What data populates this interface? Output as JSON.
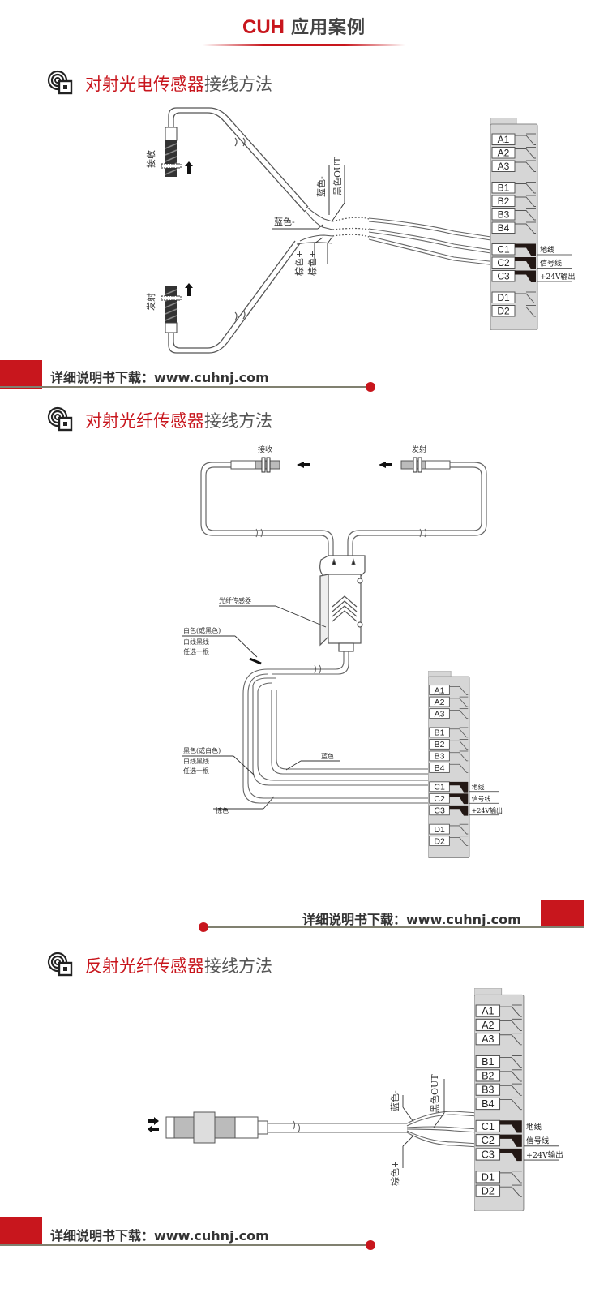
{
  "header": {
    "brand": "CUH",
    "title": "应用案例"
  },
  "sections": [
    {
      "title_red": "对射光电传感器",
      "title_gray": "接线方法",
      "labels": {
        "receiver": "接收",
        "emitter": "发射",
        "blue_left": "蓝色-",
        "blue_top": "蓝色-",
        "black_out": "黑色OUT",
        "brown1": "棕色+",
        "brown2": "棕色+"
      }
    },
    {
      "title_red": "对射光纤传感器",
      "title_gray": "接线方法",
      "labels": {
        "receiver": "接收",
        "emitter": "发射",
        "fiber_sensor": "光纤传感器",
        "white_or_black": "白色(或黑色)",
        "white_black_note1": "白线黑线",
        "white_black_note2": "任选一根",
        "black_or_white": "黑色(或白色)",
        "white_black_note3": "白线黑线",
        "white_black_note4": "任选一根",
        "blue": "蓝色",
        "brown": "棕色"
      }
    },
    {
      "title_red": "反射光纤传感器",
      "title_gray": "接线方法",
      "labels": {
        "blue": "蓝色-",
        "black_out": "黑色OUT",
        "brown": "棕色+"
      }
    }
  ],
  "terminal_block": {
    "groups": [
      [
        "A1",
        "A2",
        "A3"
      ],
      [
        "B1",
        "B2",
        "B3",
        "B4"
      ],
      [
        "C1",
        "C2",
        "C3"
      ],
      [
        "D1",
        "D2"
      ]
    ],
    "c_labels": [
      "地线",
      "信号线",
      "+24V输出"
    ]
  },
  "download": {
    "label": "详细说明书下载：",
    "url": "www.cuhnj.com"
  },
  "colors": {
    "accent": "#c8161d",
    "line": "#808070",
    "text": "#333333"
  }
}
